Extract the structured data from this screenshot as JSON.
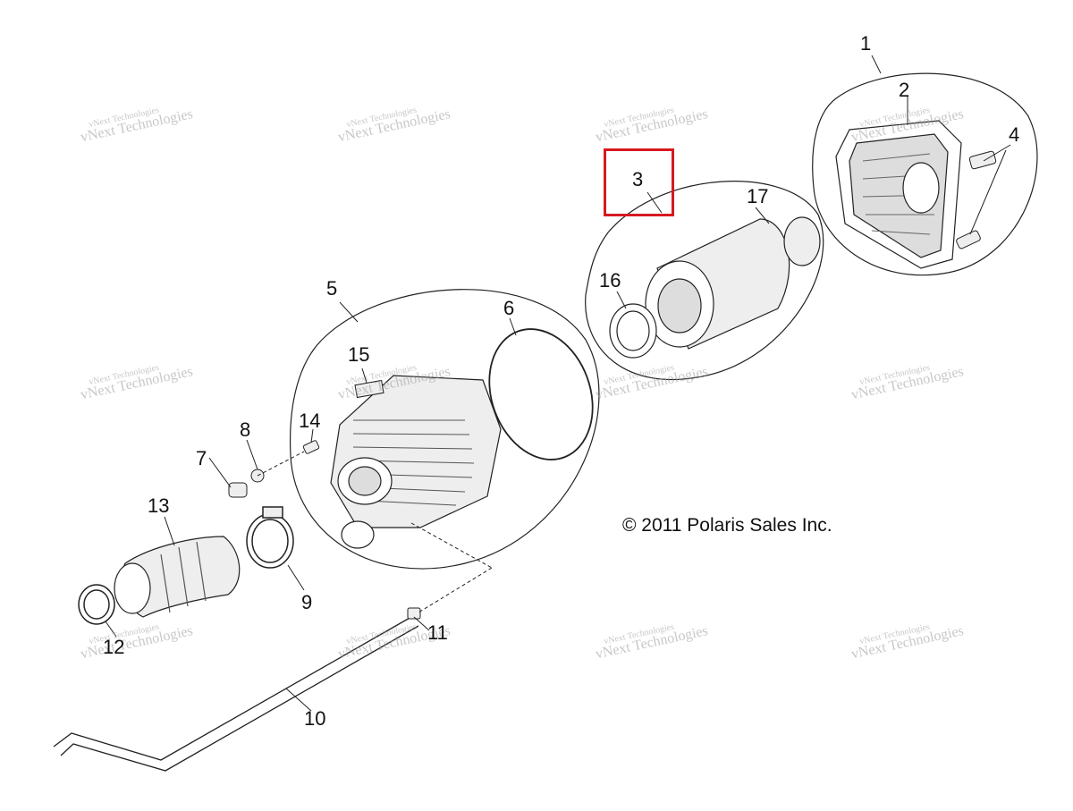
{
  "callouts": {
    "c1": "1",
    "c2": "2",
    "c3": "3",
    "c4": "4",
    "c5": "5",
    "c6": "6",
    "c7": "7",
    "c8": "8",
    "c9": "9",
    "c10": "10",
    "c11": "11",
    "c12": "12",
    "c13": "13",
    "c14": "14",
    "c15": "15",
    "c16": "16",
    "c17": "17"
  },
  "copyright": "© 2011 Polaris Sales Inc.",
  "watermark": {
    "line1": "vNext Technologies",
    "line2": "vNext Technologies"
  },
  "highlight": {
    "color": "#d71920",
    "callout": "3"
  }
}
